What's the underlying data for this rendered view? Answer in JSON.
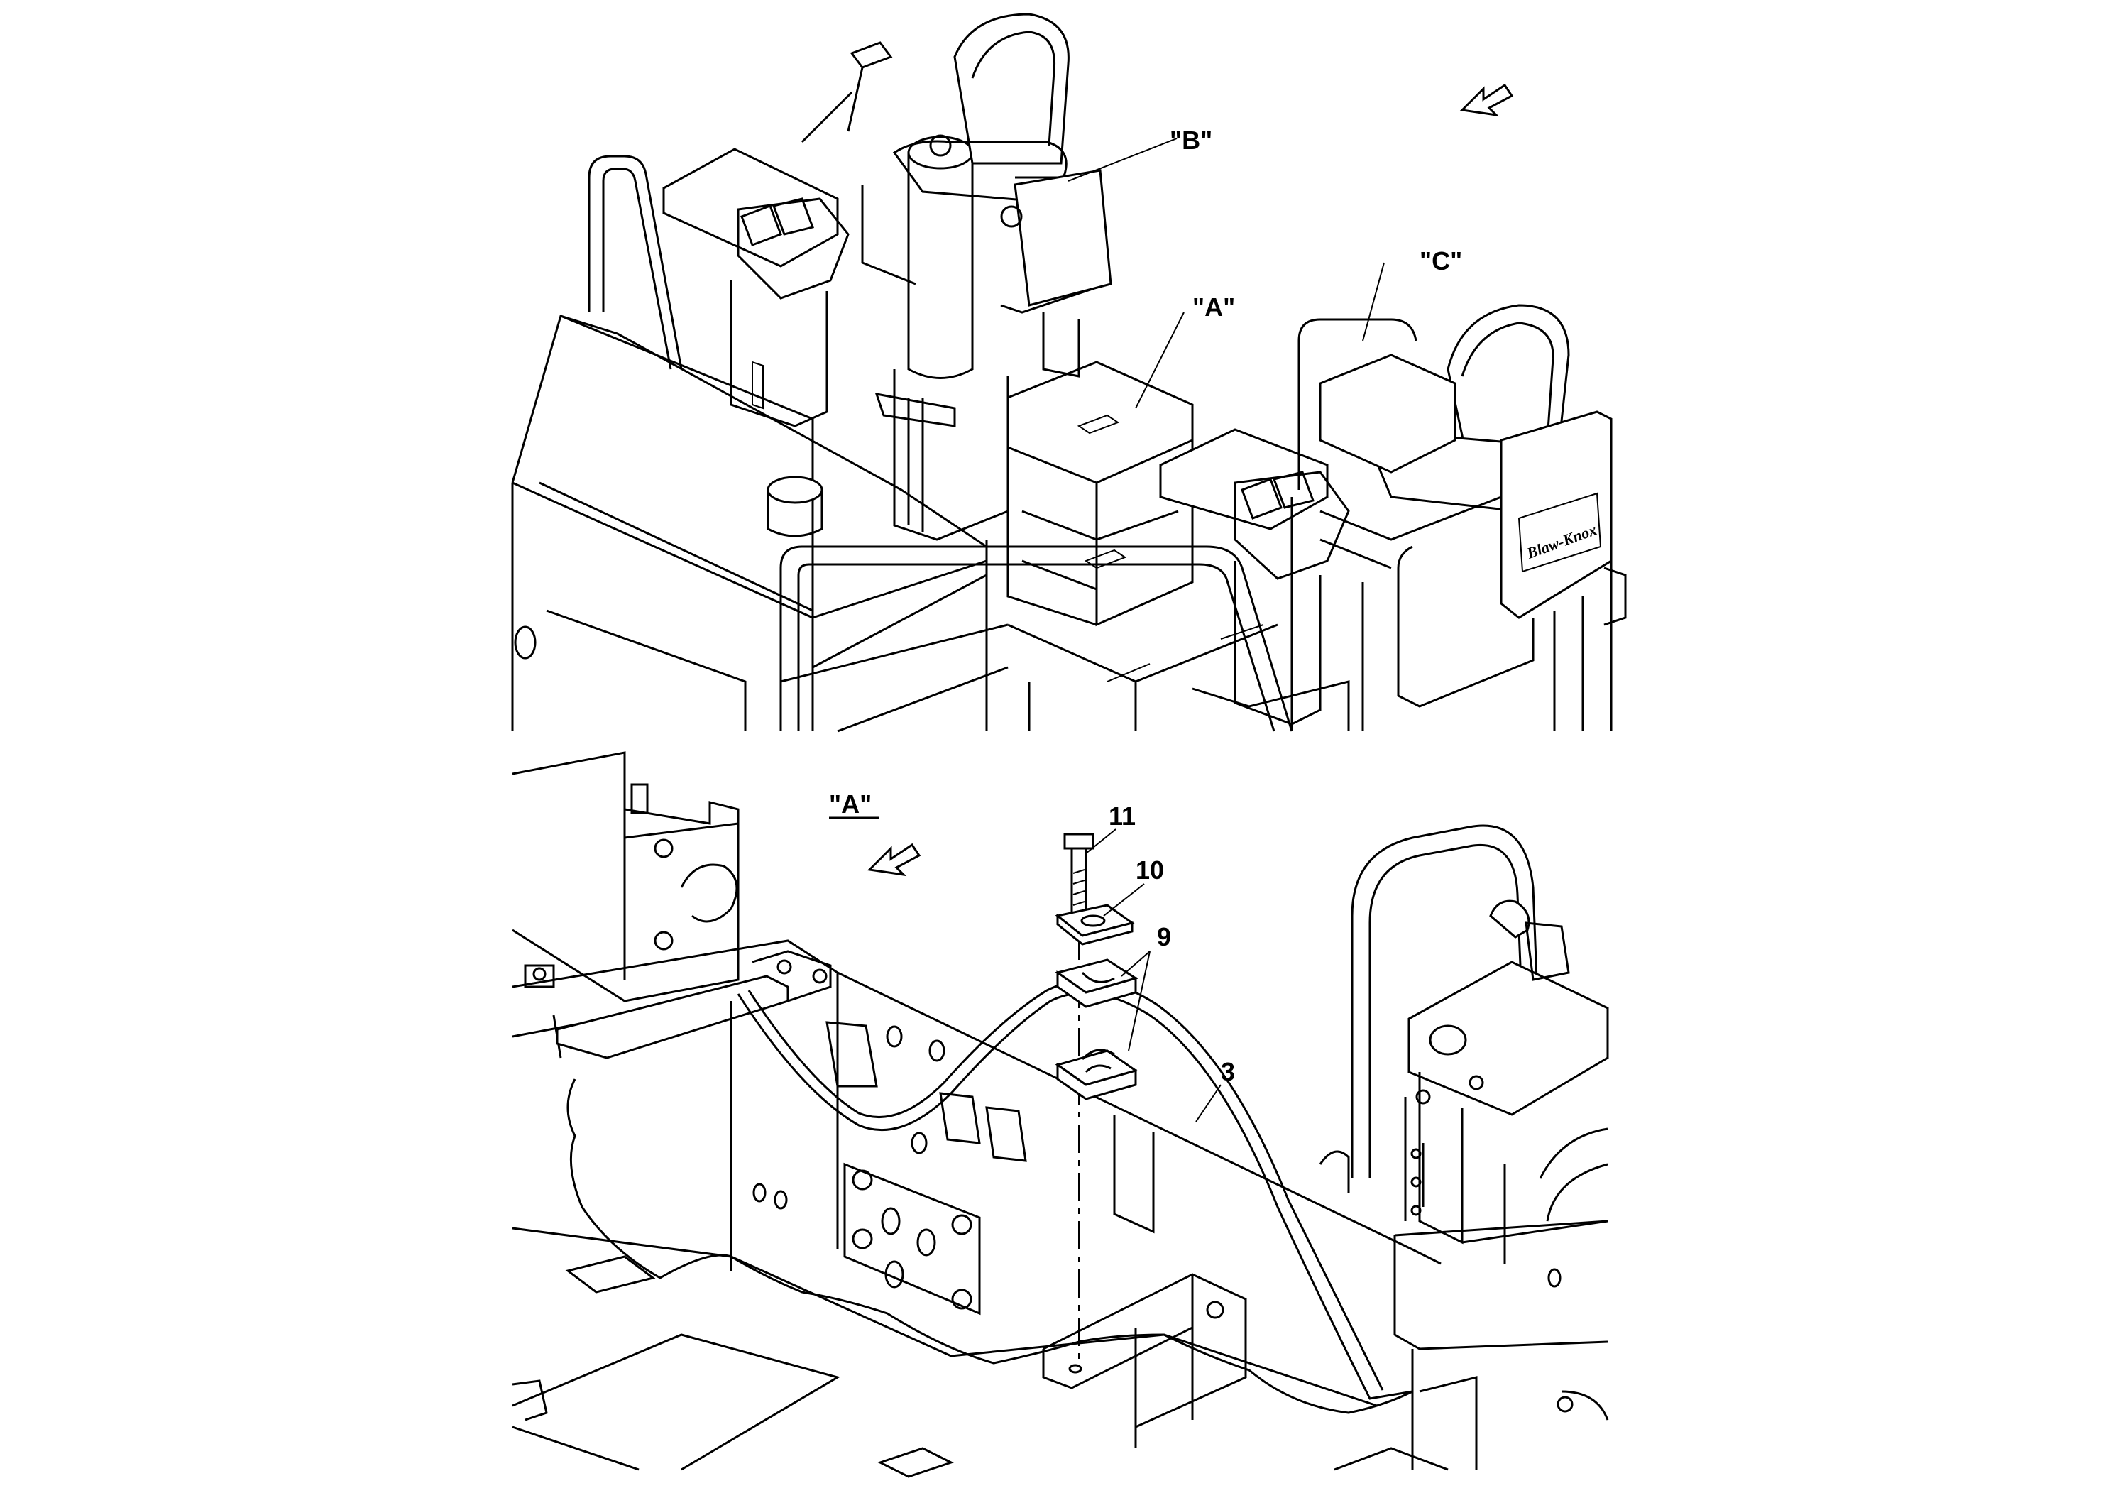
{
  "upper_view": {
    "callouts": [
      {
        "id": "B",
        "text": "\"B\""
      },
      {
        "id": "C",
        "text": "\"C\""
      },
      {
        "id": "A",
        "text": "\"A\""
      }
    ],
    "logo_text": "Blaw-Knox"
  },
  "detail_view": {
    "title": "\"A\"",
    "parts": [
      {
        "id": "11",
        "text": "11"
      },
      {
        "id": "10",
        "text": "10"
      },
      {
        "id": "9",
        "text": "9"
      },
      {
        "id": "3",
        "text": "3"
      }
    ]
  }
}
